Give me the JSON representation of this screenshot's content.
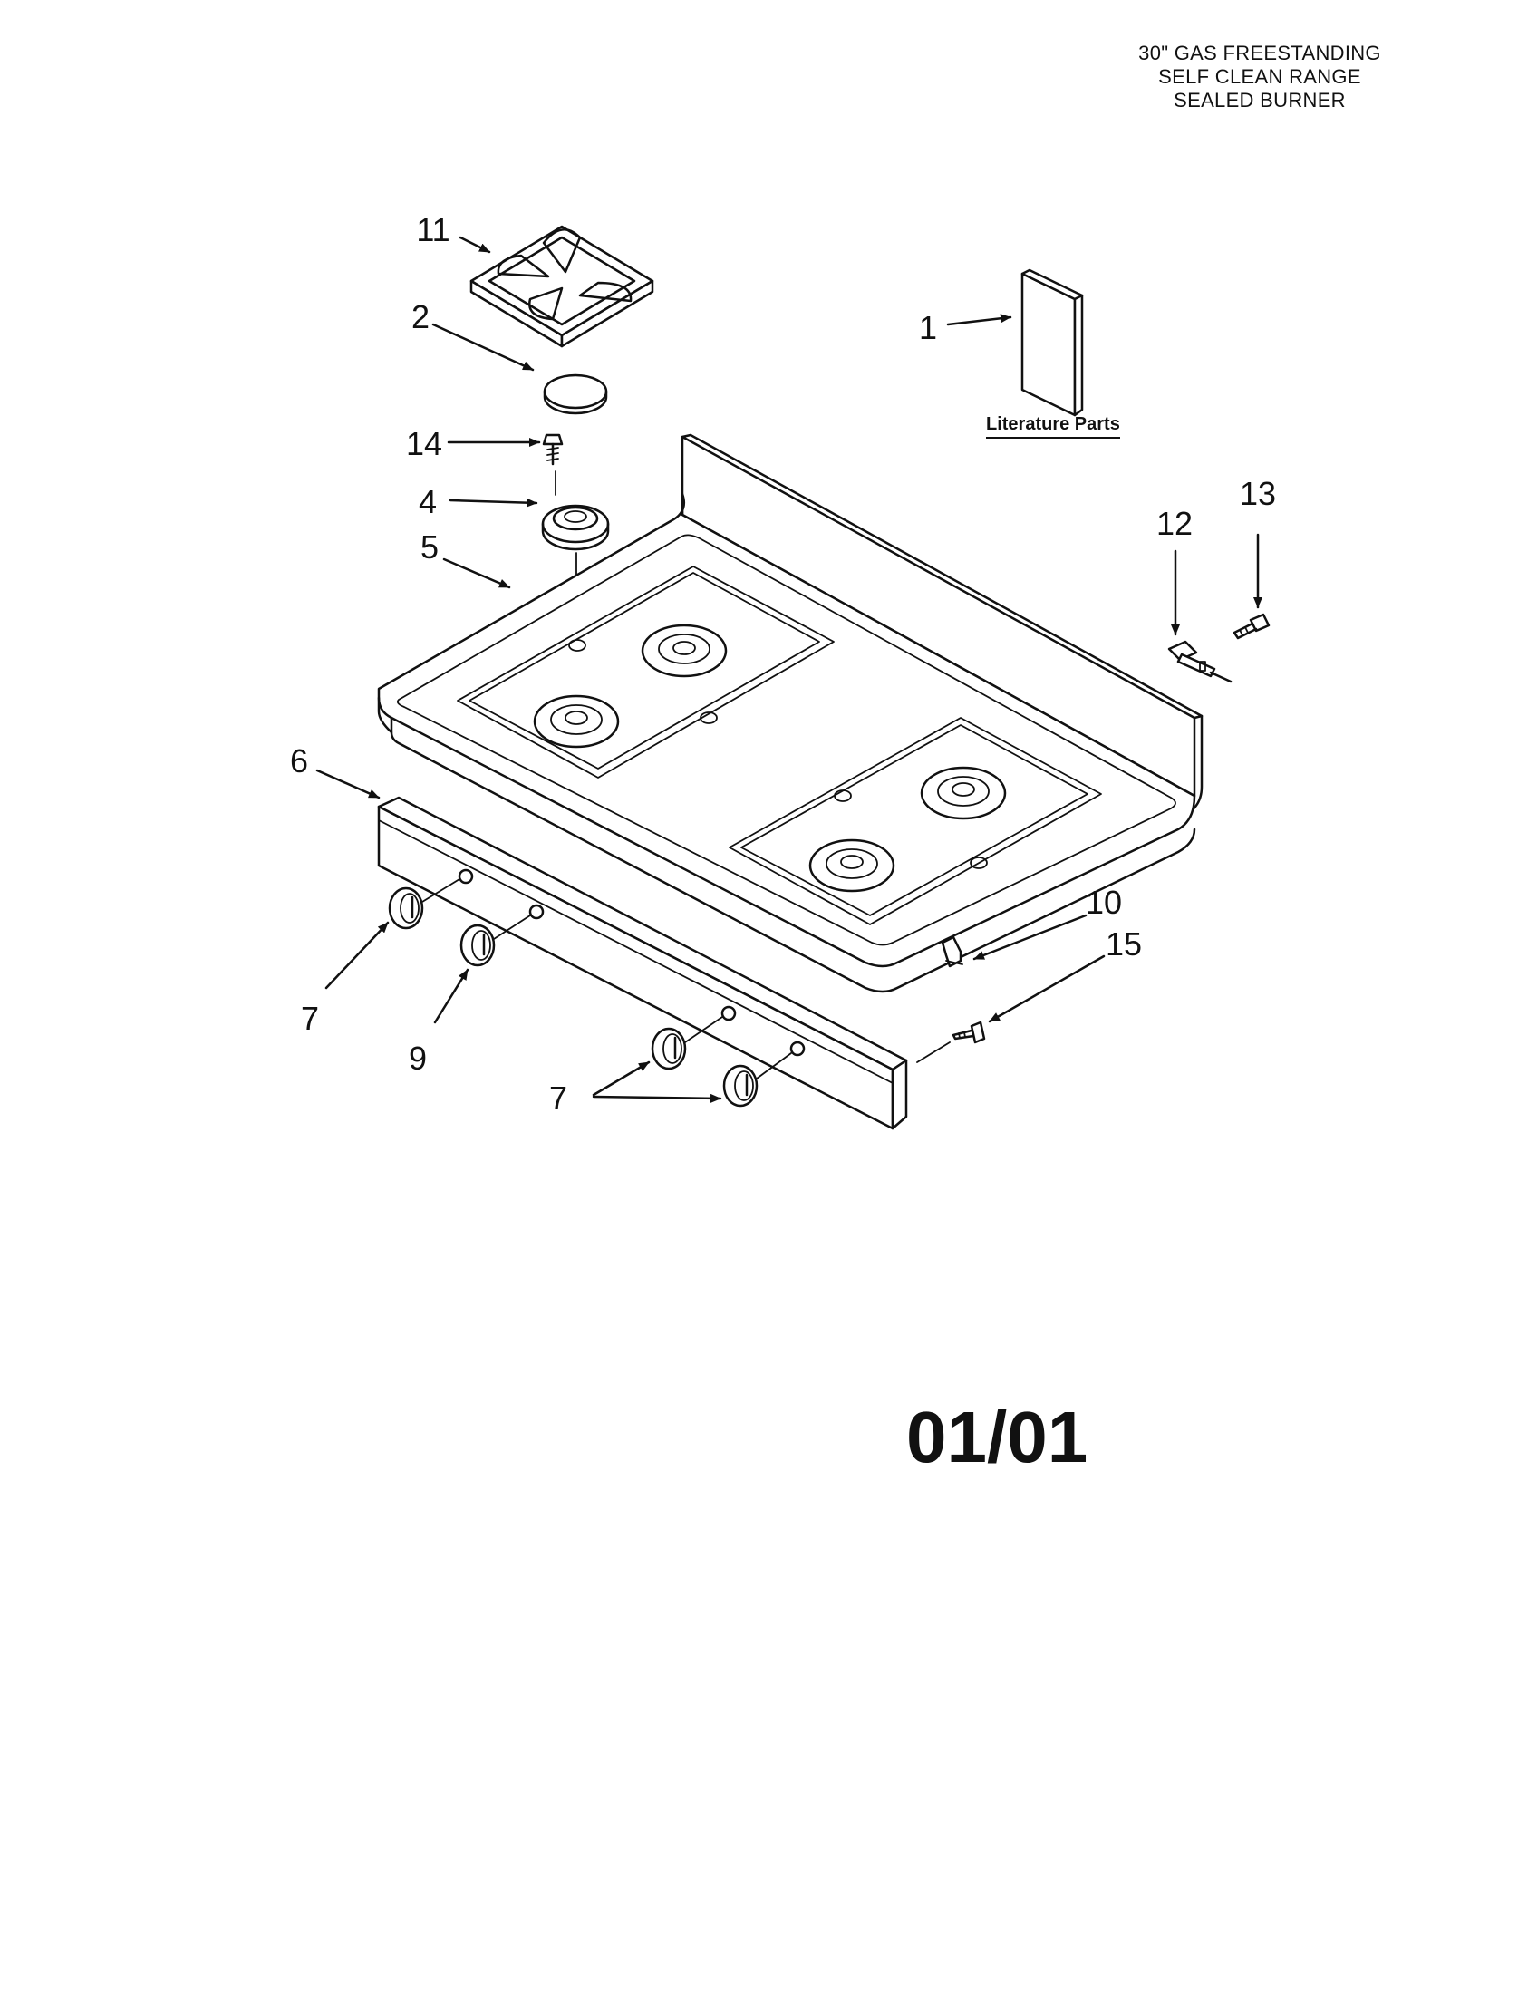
{
  "header": {
    "line1": "30\" GAS FREESTANDING",
    "line2": "SELF CLEAN RANGE",
    "line3": "SEALED BURNER"
  },
  "literature_label": "Literature Parts",
  "page_code": "01/01",
  "callouts": {
    "c1": "1",
    "c2": "2",
    "c4": "4",
    "c5": "5",
    "c6": "6",
    "c7a": "7",
    "c7b": "7",
    "c9": "9",
    "c10": "10",
    "c11": "11",
    "c12": "12",
    "c13": "13",
    "c14": "14",
    "c15": "15"
  }
}
